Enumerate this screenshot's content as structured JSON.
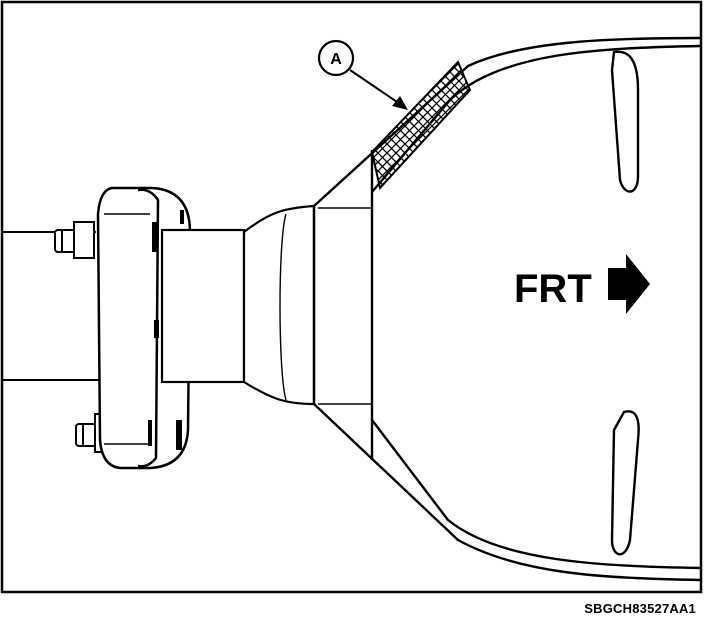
{
  "callout": {
    "letter": "A"
  },
  "direction": {
    "label": "FRT",
    "icon": "arrow-right-icon"
  },
  "figure_id": "SBGCH83527AA1",
  "colors": {
    "ink": "#000000",
    "paper": "#ffffff"
  }
}
